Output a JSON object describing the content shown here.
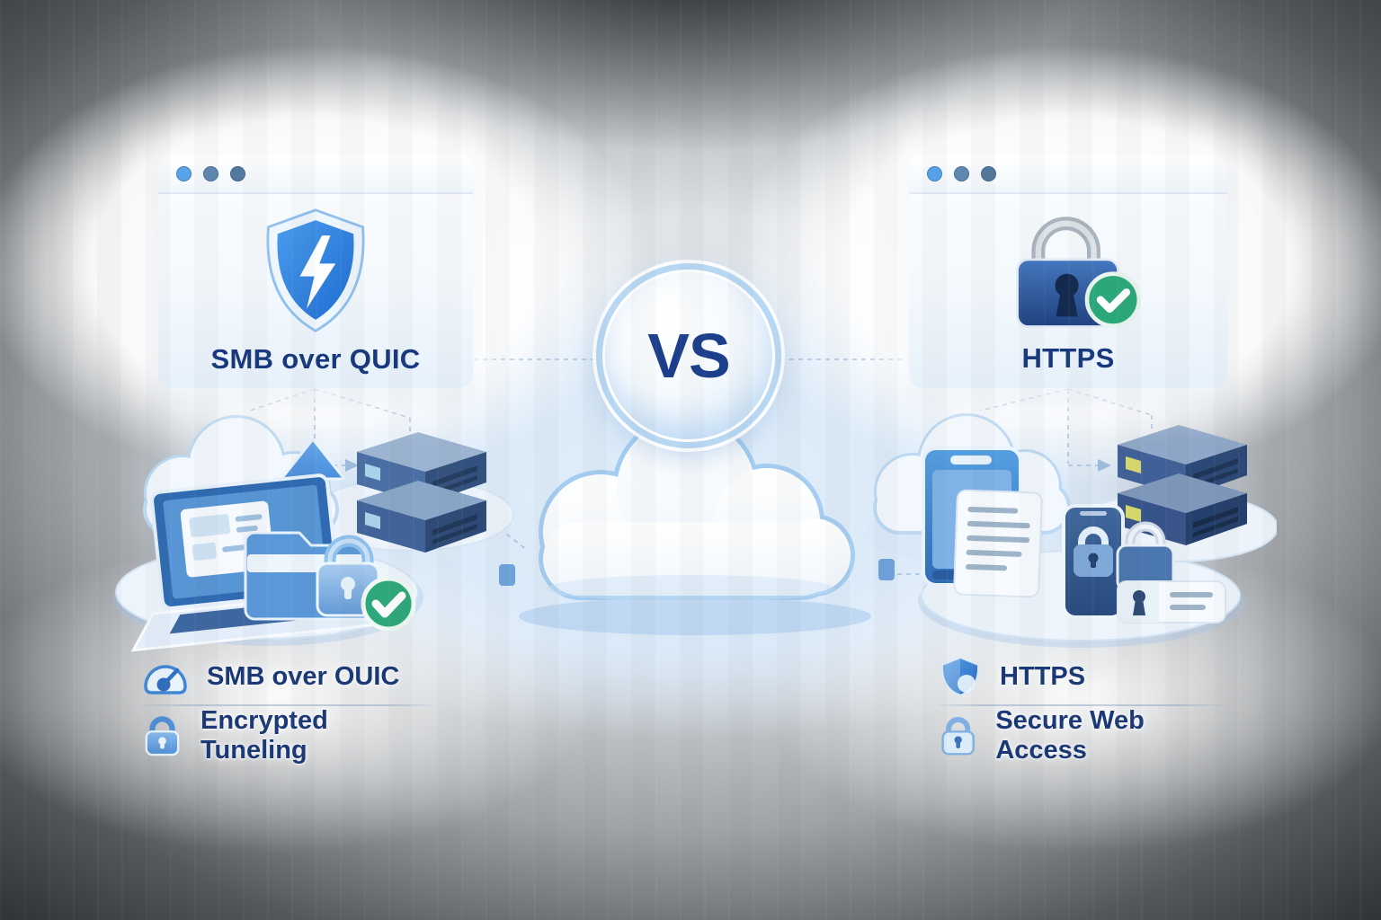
{
  "left_card": {
    "title": "SMB over QUIC",
    "icon": "shield-lightning"
  },
  "right_card": {
    "title": "HTTPS",
    "icon": "padlock-verified"
  },
  "vs_badge": "VS",
  "left_legend": {
    "rows": [
      {
        "icon": "speedometer",
        "label": "SMB over OUIC"
      },
      {
        "icon": "padlock",
        "label": "Encrypted Tuneling"
      }
    ]
  },
  "right_legend": {
    "rows": [
      {
        "icon": "shield",
        "label": "HTTPS"
      },
      {
        "icon": "padlock",
        "label": "Secure Web Access"
      }
    ]
  },
  "colors": {
    "accent_blue": "#2e7fe0",
    "navy_text": "#17387e",
    "green_check": "#2ba87a",
    "lock_navy": "#24467e",
    "cloud_outline": "#a5cdf1",
    "background_dark": "#2c2f32"
  }
}
